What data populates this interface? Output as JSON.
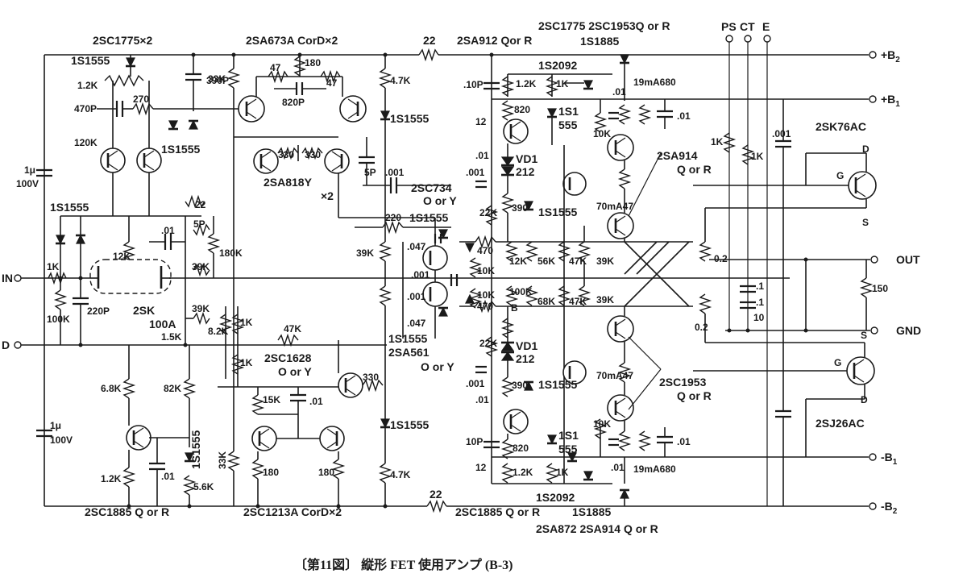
{
  "figure": {
    "caption": "〔第11図〕 縦形 FET 使用アンプ (B-3)"
  },
  "terminals": {
    "in": "IN",
    "gnd_left": "D",
    "out": "OUT",
    "gnd": "GND",
    "b2p": "+B",
    "b2p_sub": "2",
    "b1p": "+B",
    "b1p_sub": "1",
    "b1n": "-B",
    "b1n_sub": "1",
    "b2n": "-B",
    "b2n_sub": "2",
    "ps": "PS",
    "ct": "CT",
    "e": "E"
  },
  "labels": {
    "q_2sc1775x2": "2SC1775×2",
    "q_2sa673": "2SA673A CorD×2",
    "r_22_top": "22",
    "q_2sa912": "2SA912 Qor R",
    "q_2sc1775_2sc1953": "2SC1775 2SC1953Q or R",
    "d_1s1885_top": "1S1885",
    "d_1s2092_top": "1S2092",
    "d_1s1555_a": "1S1555",
    "r_1_2k_a": "1.2K",
    "c_390p": "390P",
    "r_33k": "33K",
    "r_47_a": "47",
    "r_180_a": "180",
    "r_47_b": "47",
    "c_820p": "820P",
    "r_4_7k_top": "4.7K",
    "c_10p_top": ".10P",
    "r_1_2k_b": "1.2K",
    "r_1k_top": "1K",
    "c_01_a": ".01",
    "r_19ma680_top": "19mA680",
    "c_470p": "470P",
    "r_270": "270",
    "d_1s1555_b": "1S1555",
    "d_1s1555_c": "1S1555",
    "r_820_top": "820",
    "d_1s1_555_top": "1S1",
    "d_1s1_555_top2": "555",
    "c_01_b": ".01",
    "r_12_top": "12",
    "r_10k_top": "10K",
    "r_120k": "120K",
    "q_2sa818": "2SA818Y",
    "q_2sa818_x2": "×2",
    "r_330_a": "330",
    "r_330_b": "330",
    "c_5p": "5P",
    "c_001_a": ".001",
    "q_2sc734": "2SC734",
    "q_2sc734_b": "O or Y",
    "c_01_c": ".01",
    "vd1_top": "VD1",
    "vd1_212_top": "212",
    "c_001_b": ".001",
    "r_22k_top": "22K",
    "r_390_top": "390",
    "d_1s1555_v": "1S1555",
    "r_70ma47_top": "70mA47",
    "q_2sa914_top": "2SA914",
    "q_2sa914_top_b": "Q or R",
    "r_1k_ps": "1K",
    "r_1k_ct": "1K",
    "c_001_ps": ".001",
    "q_2sk76ac": "2SK76AC",
    "c_1u_100v_a": "1μ",
    "c_1u_100v_a2": "100V",
    "d_1s1555_pair": "1S1555",
    "r_22_b": "22",
    "c_01_d": ".01",
    "c_5p_b": "5P",
    "r_180k": "180K",
    "r_220": "220",
    "d_1s1555_e": "1S1555",
    "c_047_a": ".047",
    "c_001_c": ".001",
    "r_470_a": "470",
    "r_10k_m": "10K",
    "r_12k": "12K",
    "r_56k": "56K",
    "r_47k_a": "47K",
    "r_39k_a": "39K",
    "r_0_2_a": "0.2",
    "r_39k_b": "39K",
    "r_12k_b": "12K",
    "r_1k_in": "1K",
    "r_39k_c": "39K",
    "r_100k": "100K",
    "c_220p": "220P",
    "q_2sk100a": "2SK",
    "q_2sk100a_b": "100A",
    "r_1_5k": "1.5K",
    "r_39k_d": "39K",
    "r_8_2k": "8.2K",
    "r_1k_m": "1K",
    "c_001_d": ".001",
    "c_047_b": ".047",
    "r_10k_m2": "10K",
    "r_100k_b": "100K",
    "r_470_b": "470",
    "r_68k": "68K",
    "r_47k_b": "47K",
    "r_39k_e": "39K",
    "c_1": ".1",
    "c_1b": ".1",
    "r_10": "10",
    "r_150": "150",
    "r_0_2_b": "0.2",
    "r_47k_c": "47K",
    "r_1k_n": "1K",
    "q_2sc1628": "2SC1628",
    "q_2sc1628_b": "O or Y",
    "q_2sa561": "2SA561",
    "q_2sa561_b": "O or Y",
    "d_1s1555_f": "1S1555",
    "r_22k_b": "22K",
    "vd1_bot": "VD1",
    "vd1_212_bot": "212",
    "r_390_bot": "390",
    "d_1s1555_w": "1S1555",
    "r_70ma47_bot": "70mA47",
    "q_2sc1953": "2SC1953",
    "q_2sc1953_b": "Q or R",
    "r_6_8k": "6.8K",
    "r_82k": "82K",
    "r_15k": "15K",
    "c_01_e": ".01",
    "r_330_c": "330",
    "d_1s1555_g": "1S1555",
    "c_001_e": ".001",
    "c_01_f": ".01",
    "c_1u_100v_b": "1μ",
    "c_1u_100v_b2": "100V",
    "d_1s1555_h": "1S1555",
    "r_33k_b": "33K",
    "c_10p_bot": "10P",
    "r_820_bot": "820",
    "d_1s1_555_bot": "1S1",
    "d_1s1_555_bot2": "555",
    "r_10k_bot": "10K",
    "c_01_g": ".01",
    "r_12_bot": "12",
    "r_1_2k_c": "1.2K",
    "r_1k_bot": "1K",
    "c_01_h": ".01",
    "r_19ma680_bot": "19mA680",
    "r_1_2k_d": "1.2K",
    "c_01_i": ".01",
    "r_5_6k": "5.6K",
    "r_180_b": "180",
    "r_180_c": "180",
    "r_4_7k_bot": "4.7K",
    "d_1s2092_bot": "1S2092",
    "q_2sj26ac": "2SJ26AC",
    "r_22_bot": "22",
    "q_2sc1885_left": "2SC1885 Q or R",
    "q_2sc1213": "2SC1213A CorD×2",
    "q_2sc1885_right": "2SC1885 Q or R",
    "d_1s1885_bot": "1S1885",
    "q_2sa872_2sa914": "2SA872 2SA914 Q or R",
    "tB": "B",
    "tD1": "D",
    "tG1": "G",
    "tS1": "S",
    "tS2": "S",
    "tG2": "G",
    "tD2": "D"
  }
}
